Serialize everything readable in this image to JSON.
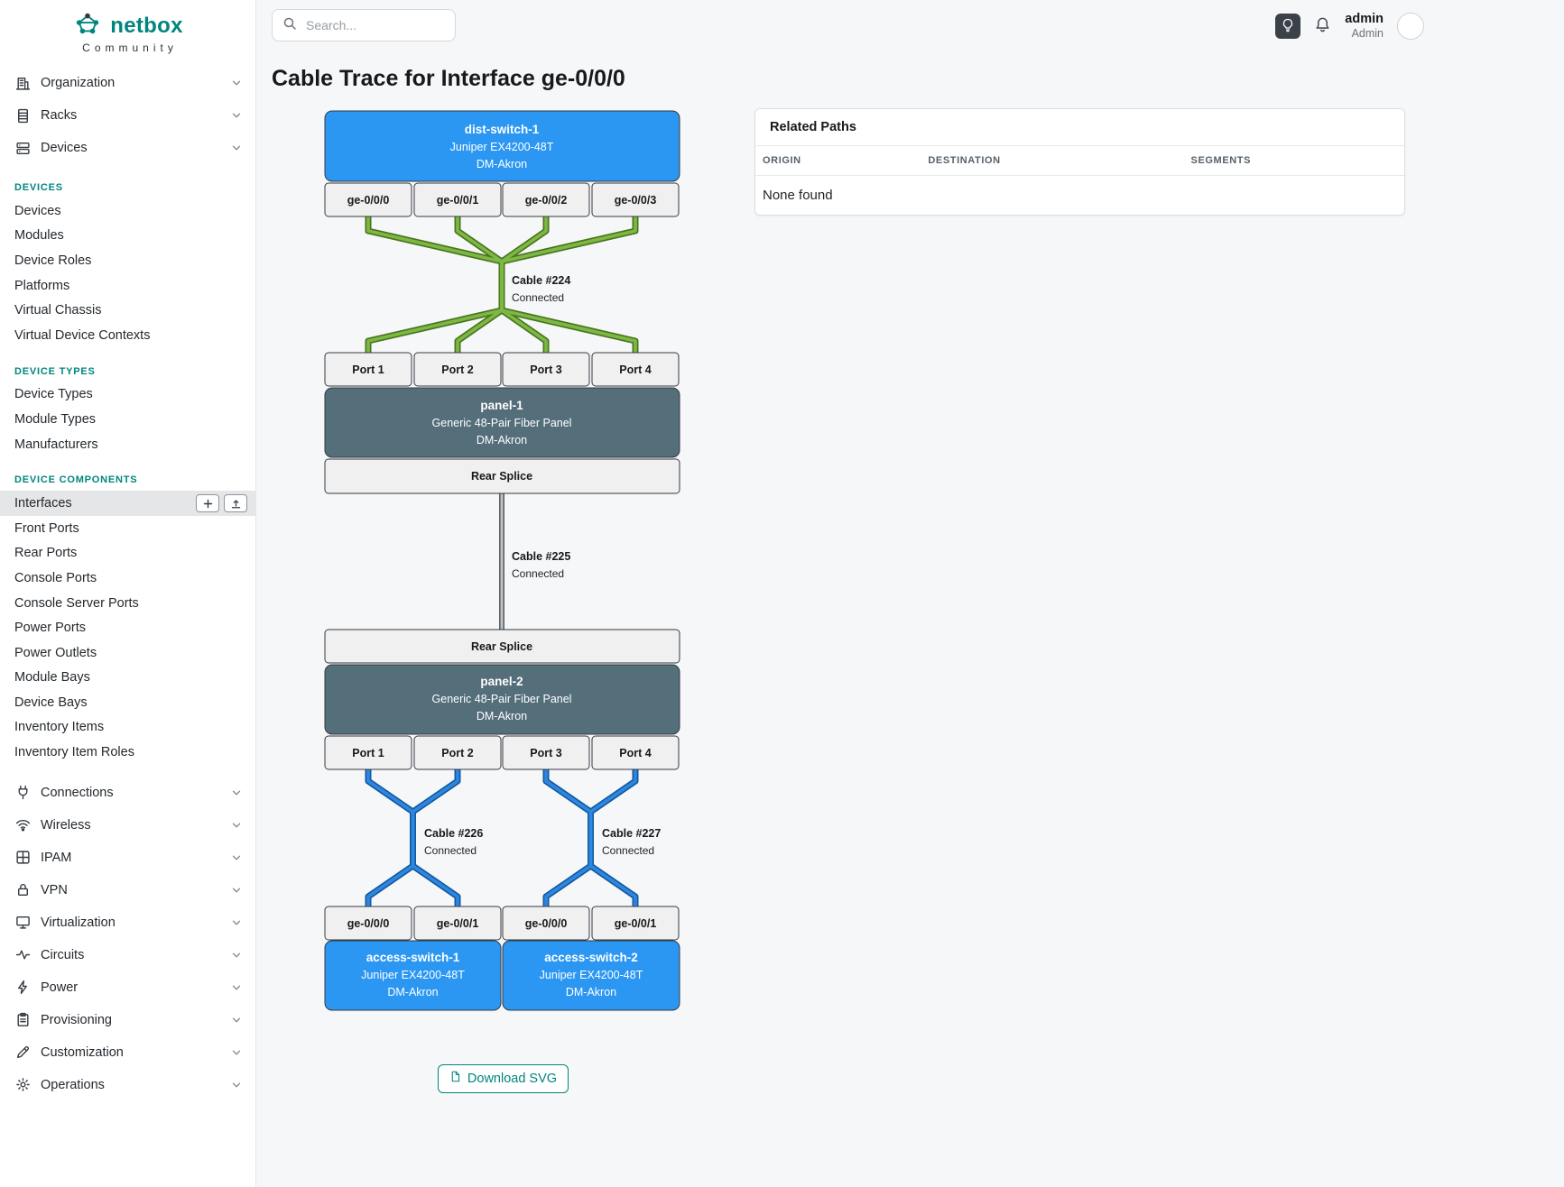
{
  "brand": {
    "name": "netbox",
    "subtitle": "Community"
  },
  "topbar": {
    "search_placeholder": "Search...",
    "user": {
      "name": "admin",
      "role": "Admin"
    }
  },
  "page": {
    "title": "Cable Trace for Interface ge-0/0/0"
  },
  "sidebar": {
    "items": [
      {
        "type": "top",
        "icon": "building-icon",
        "label": "Organization"
      },
      {
        "type": "top",
        "icon": "rack-icon",
        "label": "Racks"
      },
      {
        "type": "top",
        "icon": "devices-icon",
        "label": "Devices"
      },
      {
        "type": "header",
        "label": "DEVICES"
      },
      {
        "type": "link",
        "label": "Devices"
      },
      {
        "type": "link",
        "label": "Modules"
      },
      {
        "type": "link",
        "label": "Device Roles"
      },
      {
        "type": "link",
        "label": "Platforms"
      },
      {
        "type": "link",
        "label": "Virtual Chassis"
      },
      {
        "type": "link",
        "label": "Virtual Device Contexts"
      },
      {
        "type": "header",
        "label": "DEVICE TYPES"
      },
      {
        "type": "link",
        "label": "Device Types"
      },
      {
        "type": "link",
        "label": "Module Types"
      },
      {
        "type": "link",
        "label": "Manufacturers"
      },
      {
        "type": "header",
        "label": "DEVICE COMPONENTS"
      },
      {
        "type": "link",
        "label": "Interfaces",
        "active": true,
        "actions": [
          "add",
          "import"
        ]
      },
      {
        "type": "link",
        "label": "Front Ports"
      },
      {
        "type": "link",
        "label": "Rear Ports"
      },
      {
        "type": "link",
        "label": "Console Ports"
      },
      {
        "type": "link",
        "label": "Console Server Ports"
      },
      {
        "type": "link",
        "label": "Power Ports"
      },
      {
        "type": "link",
        "label": "Power Outlets"
      },
      {
        "type": "link",
        "label": "Module Bays"
      },
      {
        "type": "link",
        "label": "Device Bays"
      },
      {
        "type": "link",
        "label": "Inventory Items"
      },
      {
        "type": "link",
        "label": "Inventory Item Roles"
      },
      {
        "type": "top",
        "icon": "connections-icon",
        "label": "Connections"
      },
      {
        "type": "top",
        "icon": "wireless-icon",
        "label": "Wireless"
      },
      {
        "type": "top",
        "icon": "ipam-icon",
        "label": "IPAM"
      },
      {
        "type": "top",
        "icon": "vpn-icon",
        "label": "VPN"
      },
      {
        "type": "top",
        "icon": "virtualization-icon",
        "label": "Virtualization"
      },
      {
        "type": "top",
        "icon": "circuits-icon",
        "label": "Circuits"
      },
      {
        "type": "top",
        "icon": "power-icon",
        "label": "Power"
      },
      {
        "type": "top",
        "icon": "provisioning-icon",
        "label": "Provisioning"
      },
      {
        "type": "top",
        "icon": "customization-icon",
        "label": "Customization"
      },
      {
        "type": "top",
        "icon": "operations-icon",
        "label": "Operations"
      }
    ]
  },
  "related_paths": {
    "title": "Related Paths",
    "columns": [
      "ORIGIN",
      "DESTINATION",
      "SEGMENTS"
    ],
    "empty": "None found"
  },
  "download_button": "Download SVG",
  "colors": {
    "accent": "#00857e",
    "device_blue": "#2b97f3",
    "panel_slate": "#546e7a",
    "cable_green": "#7eb844",
    "cable_blue": "#2d87e2",
    "cable_gray": "#bfc3c5"
  },
  "trace": {
    "dist_switch": {
      "name": "dist-switch-1",
      "model": "Juniper EX4200-48T",
      "site": "DM-Akron"
    },
    "dist_ports": [
      "ge-0/0/0",
      "ge-0/0/1",
      "ge-0/0/2",
      "ge-0/0/3"
    ],
    "cable224": {
      "name": "Cable #224",
      "status": "Connected"
    },
    "panel1": {
      "name": "panel-1",
      "model": "Generic 48-Pair Fiber Panel",
      "site": "DM-Akron",
      "front_ports": [
        "Port 1",
        "Port 2",
        "Port 3",
        "Port 4"
      ],
      "rear": "Rear Splice"
    },
    "cable225": {
      "name": "Cable #225",
      "status": "Connected"
    },
    "panel2": {
      "name": "panel-2",
      "model": "Generic 48-Pair Fiber Panel",
      "site": "DM-Akron",
      "front_ports": [
        "Port 1",
        "Port 2",
        "Port 3",
        "Port 4"
      ],
      "rear": "Rear Splice"
    },
    "cable226": {
      "name": "Cable #226",
      "status": "Connected"
    },
    "cable227": {
      "name": "Cable #227",
      "status": "Connected"
    },
    "access1": {
      "name": "access-switch-1",
      "model": "Juniper EX4200-48T",
      "site": "DM-Akron",
      "ports": [
        "ge-0/0/0",
        "ge-0/0/1"
      ]
    },
    "access2": {
      "name": "access-switch-2",
      "model": "Juniper EX4200-48T",
      "site": "DM-Akron",
      "ports": [
        "ge-0/0/0",
        "ge-0/0/1"
      ]
    }
  }
}
